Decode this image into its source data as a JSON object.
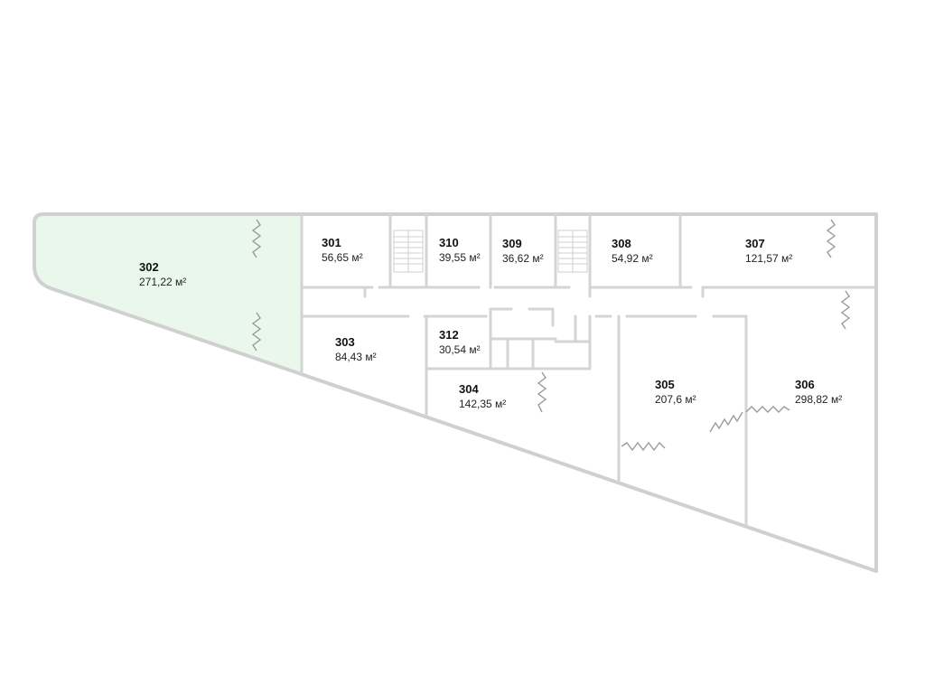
{
  "plan": {
    "highlight_color": "#e9f8ea",
    "wall_color": "#d4d4d4",
    "rooms": [
      {
        "id": "302",
        "number": "302",
        "area": "271,22 м²",
        "selected": true
      },
      {
        "id": "301",
        "number": "301",
        "area": "56,65 м²",
        "selected": false
      },
      {
        "id": "310",
        "number": "310",
        "area": "39,55 м²",
        "selected": false
      },
      {
        "id": "309",
        "number": "309",
        "area": "36,62 м²",
        "selected": false
      },
      {
        "id": "308",
        "number": "308",
        "area": "54,92 м²",
        "selected": false
      },
      {
        "id": "307",
        "number": "307",
        "area": "121,57 м²",
        "selected": false
      },
      {
        "id": "303",
        "number": "303",
        "area": "84,43 м²",
        "selected": false
      },
      {
        "id": "312",
        "number": "312",
        "area": "30,54 м²",
        "selected": false
      },
      {
        "id": "304",
        "number": "304",
        "area": "142,35 м²",
        "selected": false
      },
      {
        "id": "305",
        "number": "305",
        "area": "207,6 м²",
        "selected": false
      },
      {
        "id": "306",
        "number": "306",
        "area": "298,82 м²",
        "selected": false
      }
    ]
  }
}
